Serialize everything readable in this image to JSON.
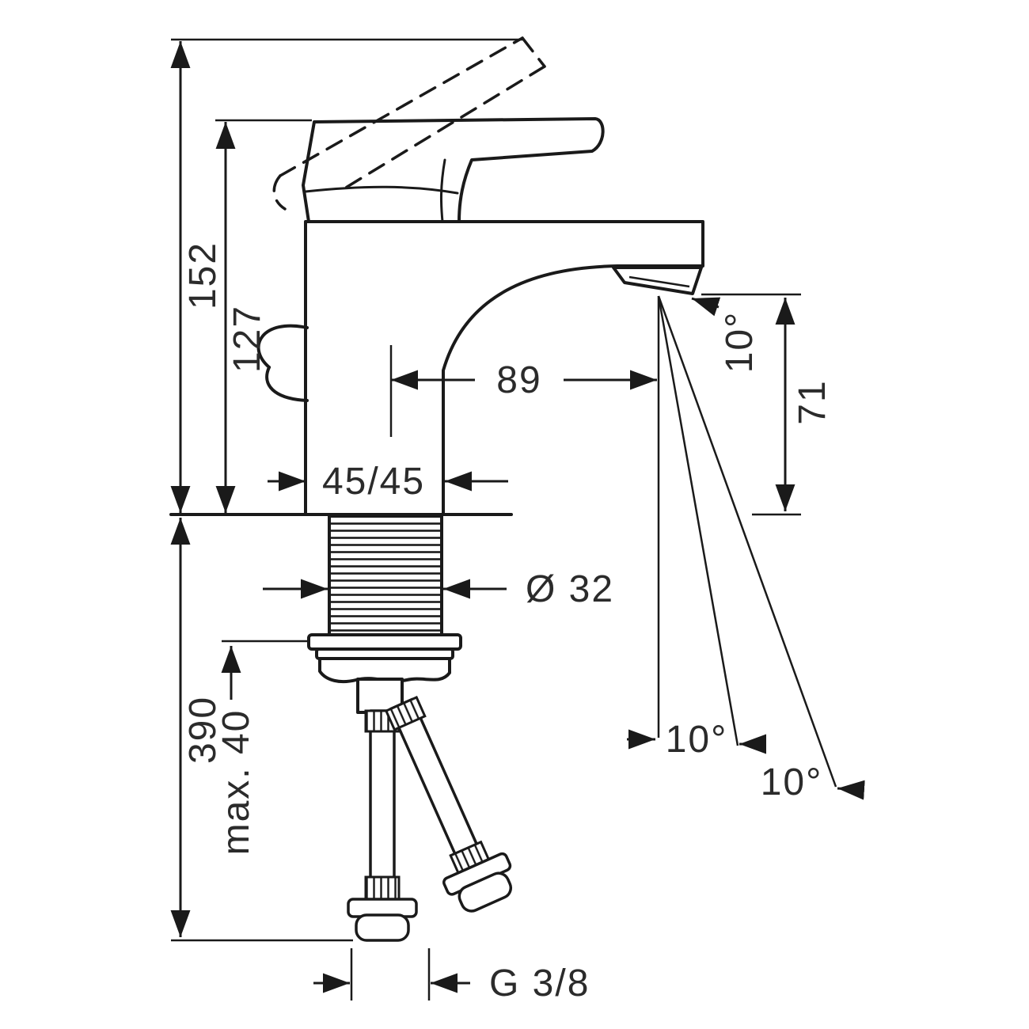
{
  "drawing": {
    "type": "technical-dimension-diagram",
    "background": "#ffffff",
    "line_color": "#1a1a1a",
    "text_color": "#2b2b2b"
  },
  "labels": {
    "total_height": "152",
    "spout_top_height": "127",
    "spout_reach": "89",
    "body_section": "45/45",
    "hole_diameter": "Ø 32",
    "outlet_height": "71",
    "outlet_angle": "10°",
    "swivel_angle_inner": "10°",
    "swivel_angle_outer": "10°",
    "hose_length": "390",
    "max_deck_thickness": "max. 40",
    "thread_size": "G 3/8"
  }
}
